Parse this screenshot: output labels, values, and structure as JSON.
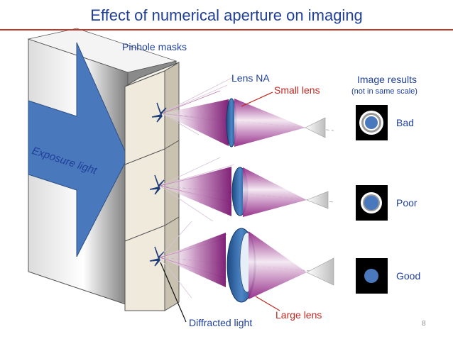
{
  "title": "Effect of numerical aperture on imaging",
  "labels": {
    "pinhole_masks": "Pinhole masks",
    "lens_na": "Lens NA",
    "small_lens": "Small lens",
    "large_lens": "Large lens",
    "image_results": "Image results",
    "image_results_note": "(not in same scale)",
    "exposure_light": "Exposure light",
    "diffracted_light": "Diffracted light"
  },
  "results": [
    {
      "quality": "Bad"
    },
    {
      "quality": "Poor"
    },
    {
      "quality": "Good"
    }
  ],
  "page_number": "8",
  "colors": {
    "title": "#1f3f9a",
    "rule": "#c0392b",
    "callout_red": "#c0261e",
    "arrow_blue": "#4a78bd",
    "lens_blue": "#2c5f9e",
    "cone_purple": "#8b1a7e",
    "mask_beige": "#efeadb"
  }
}
